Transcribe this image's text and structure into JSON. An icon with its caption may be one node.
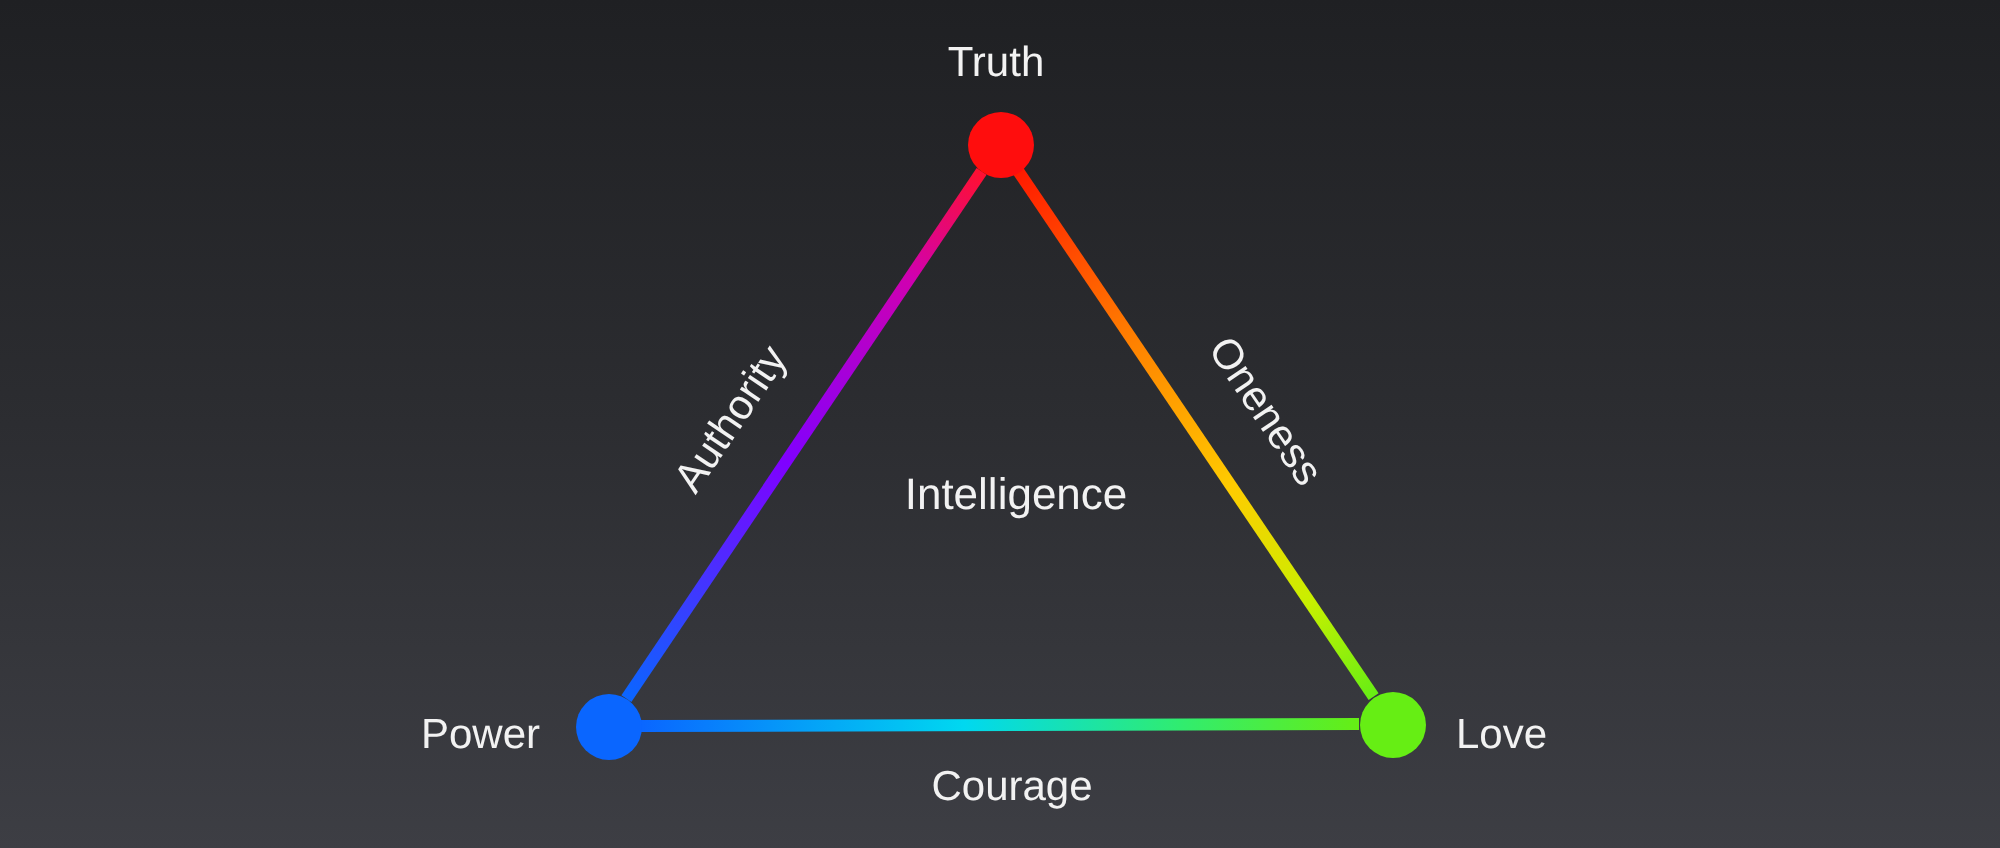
{
  "diagram": {
    "nodes": [
      {
        "text": [],
        "shape": "circle",
        "beside": [
          "Truth"
        ]
      },
      {
        "text": [],
        "shape": "circle",
        "beside": [
          "Power"
        ]
      },
      {
        "text": [],
        "shape": "circle",
        "beside": [
          "Love"
        ]
      }
    ],
    "edges": [
      {
        "from": 1,
        "to": 0,
        "arrow": "none",
        "label": "Authority"
      },
      {
        "from": 0,
        "to": 2,
        "arrow": "none",
        "label": "Oneness"
      },
      {
        "from": 1,
        "to": 2,
        "arrow": "none",
        "label": "Courage"
      }
    ],
    "labels": [
      "Intelligence"
    ]
  }
}
